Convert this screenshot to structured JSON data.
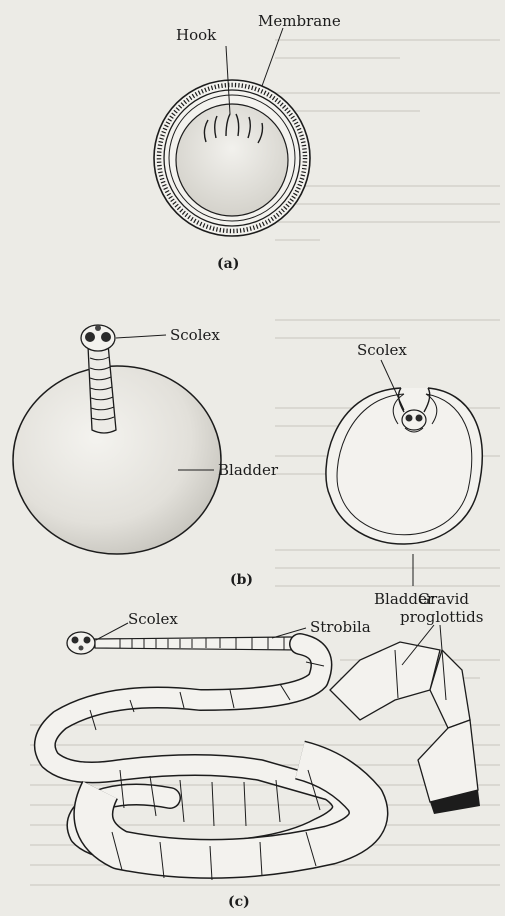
{
  "figure": {
    "panel_a": {
      "caption": "(a)",
      "labels": {
        "hook": "Hook",
        "membrane": "Membrane"
      }
    },
    "panel_b": {
      "caption": "(b)",
      "labels": {
        "scolex_left": "Scolex",
        "bladder_left": "Bladder",
        "scolex_right": "Scolex",
        "bladder_right": "Bladder"
      }
    },
    "panel_c": {
      "caption": "(c)",
      "labels": {
        "scolex": "Scolex",
        "strobila": "Strobila",
        "gravid_line1": "Gravid",
        "gravid_line2": "proglottids"
      }
    }
  },
  "colors": {
    "background": "#ecebe6",
    "ink": "#1c1c1c",
    "shading": "#c9c7c0",
    "faint_text": "#cfcdc6"
  }
}
